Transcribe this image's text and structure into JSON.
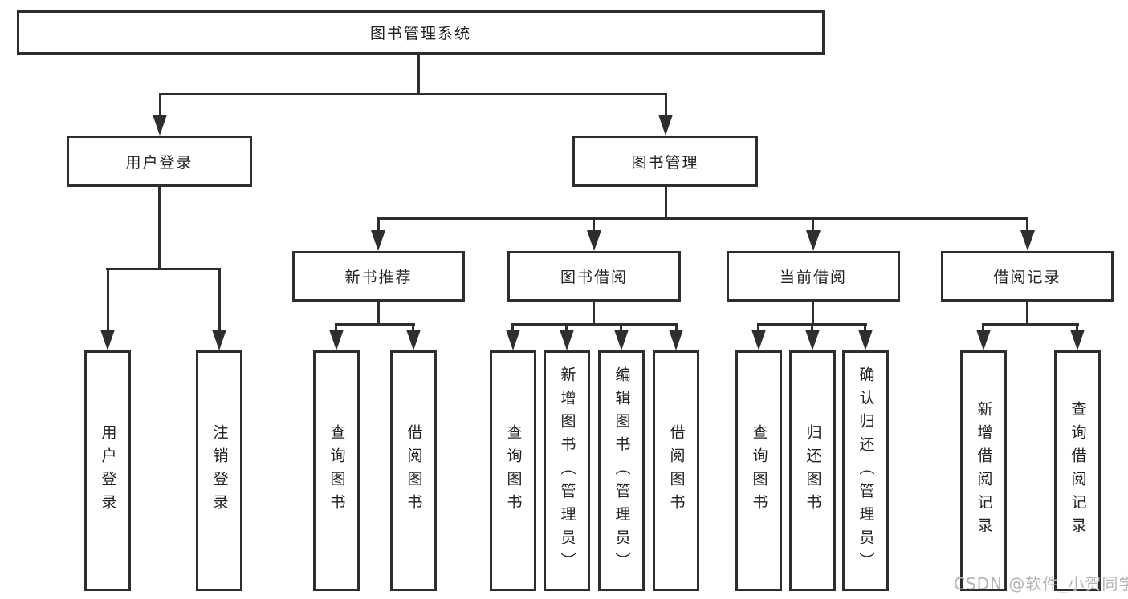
{
  "title": "图书管理系统",
  "level2": {
    "user_login": "用户登录",
    "book_management": "图书管理"
  },
  "level3": {
    "new_book_recommend": "新书推荐",
    "book_borrowing": "图书借阅",
    "current_borrowing": "当前借阅",
    "borrowing_records": "借阅记录"
  },
  "leaves": {
    "user_login": [
      "用户登录",
      "注销登录"
    ],
    "new_book_recommend": [
      "查询图书",
      "借阅图书"
    ],
    "book_borrowing": [
      "查询图书",
      "新增图书（管理员）",
      "编辑图书（管理员）",
      "借阅图书"
    ],
    "current_borrowing": [
      "查询图书",
      "归还图书",
      "确认归还（管理员）"
    ],
    "borrowing_records": [
      "新增借阅记录",
      "查询借阅记录"
    ]
  },
  "watermark": "CSDN @软件_小贺同学",
  "colors": {
    "line": "#2e2e2e",
    "text": "#222222",
    "watermark": "#b4b4b4",
    "background": "#ffffff"
  }
}
